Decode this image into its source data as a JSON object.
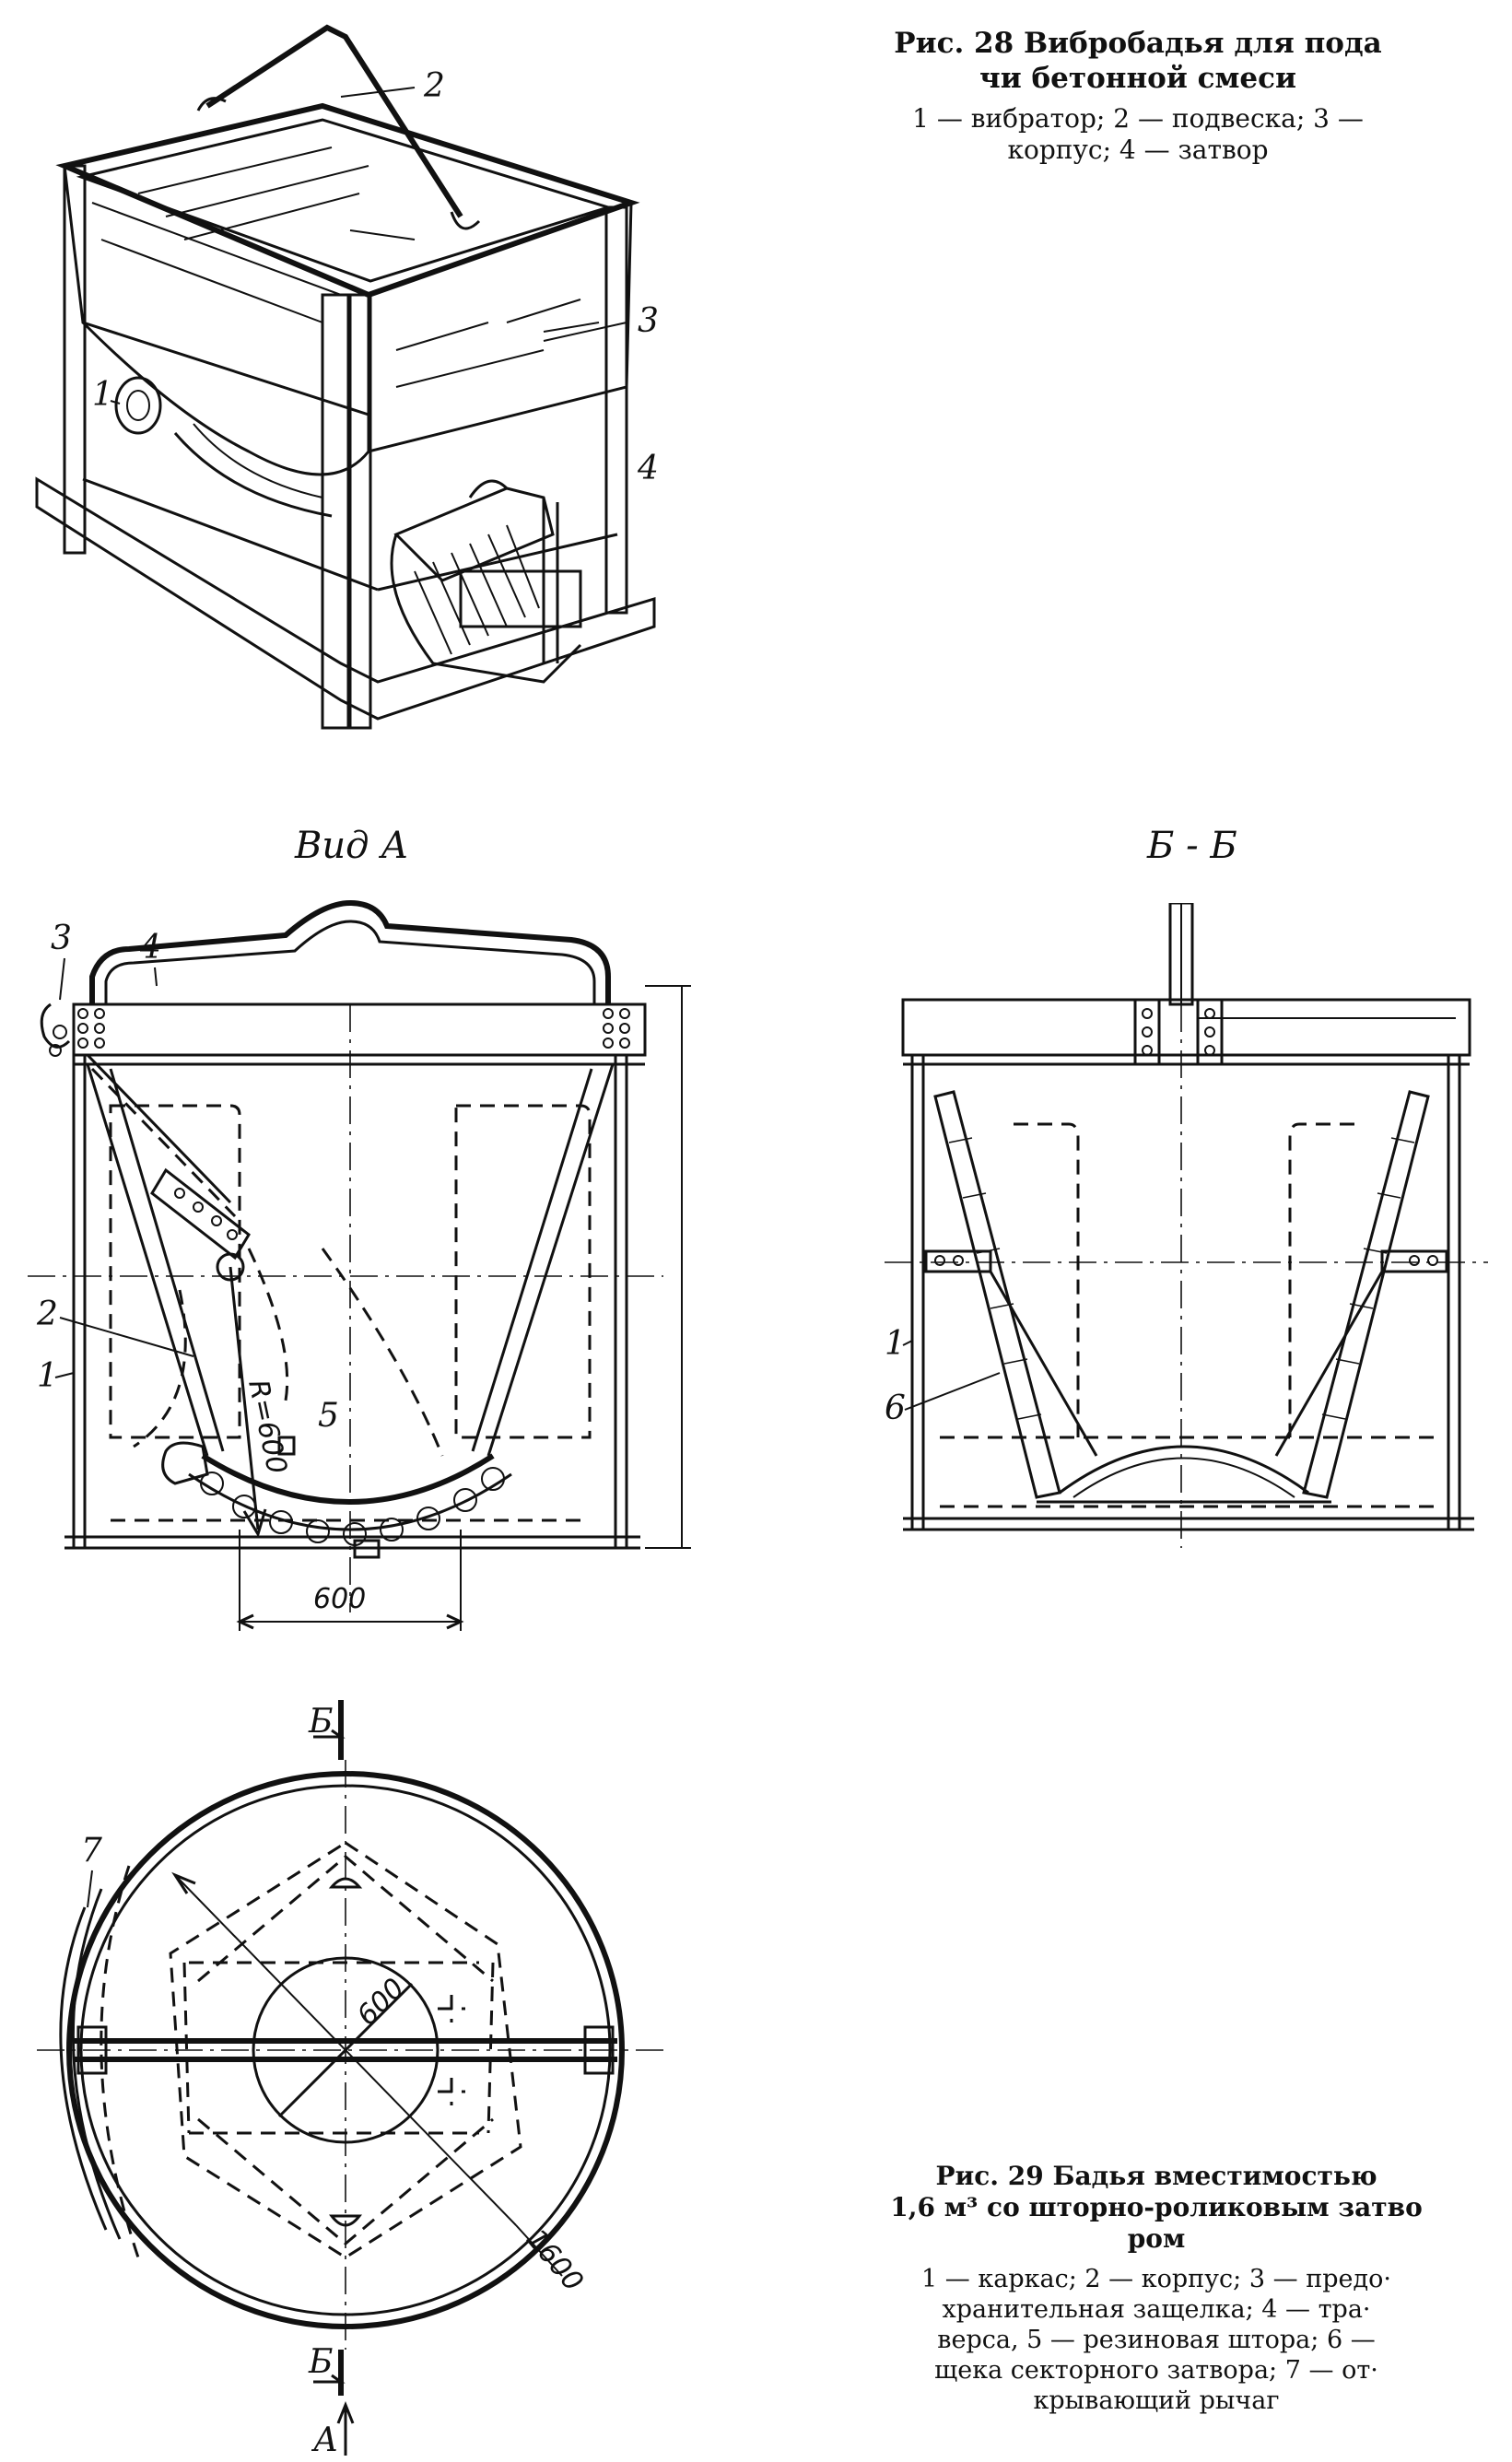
{
  "fig28": {
    "caption_title_1": "Рис. 28    Вибробадья для пода",
    "caption_title_2": "чи бетонной смеси",
    "legend_1": "1 — вибратор;   2 — подвеска;   3 —",
    "legend_2": "корпус;  4 — затвор",
    "callouts": [
      "1",
      "2",
      "3",
      "4"
    ]
  },
  "fig29": {
    "view_a_label": "Вид А",
    "section_label": "Б - Б",
    "caption_title_1": "Рис.  29       Бадья вместимостью",
    "caption_title_2": "1,6 м³ со шторно-роликовым затво",
    "caption_title_3": "ром",
    "legend_1": "1 — каркас;  2 — корпус;  3 — предо·",
    "legend_2": "хранительная    защелка;    4 — тра·",
    "legend_3": "верса,   5 — резиновая штора;   6 —",
    "legend_4": "щека  секторного  затвора;   7 — от·",
    "legend_5": "крывающий рычаг",
    "dim_radius": "R=600",
    "dim_600_front": "600",
    "dim_600_plan": "600",
    "dim_1600_plan": "1600",
    "section_mark_top": "Б",
    "section_mark_bottom": "Б",
    "view_mark": "А",
    "callouts_front": [
      "1",
      "2",
      "3",
      "4",
      "5"
    ],
    "callouts_section": [
      "1",
      "6"
    ],
    "callouts_plan": [
      "7"
    ]
  }
}
